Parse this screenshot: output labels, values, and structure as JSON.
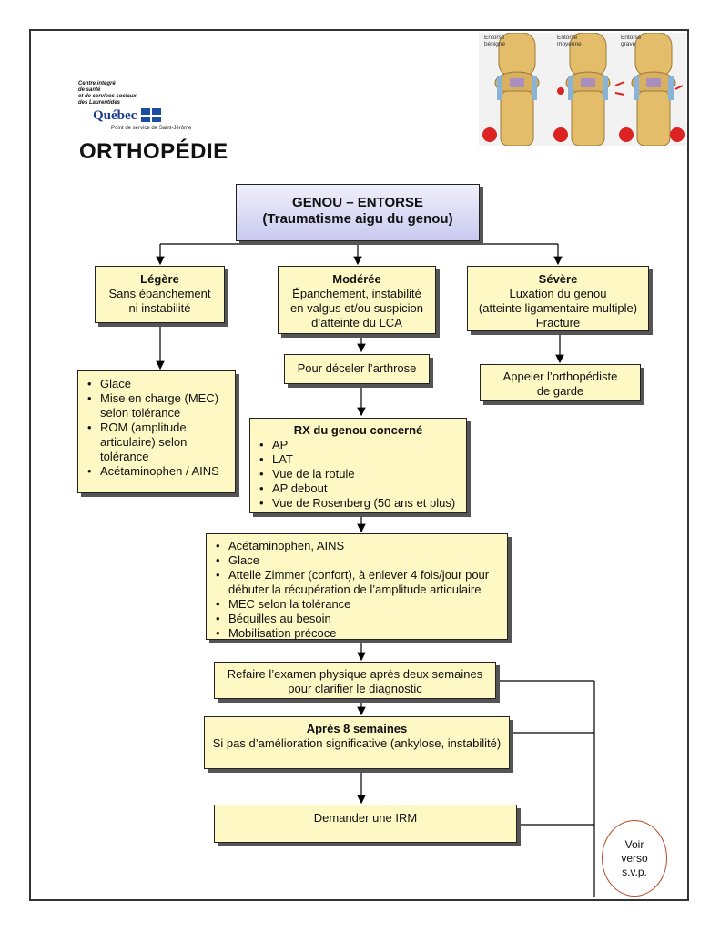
{
  "header": {
    "logo_lines": [
      "Centre intégré",
      "de santé",
      "et de services sociaux",
      "des Laurentides"
    ],
    "logo_quebec": "Québec",
    "logo_point": "Point de service de Saint-Jérôme",
    "title": "ORTHOPÉDIE"
  },
  "illustration": {
    "labels": [
      "Entorse bénigne",
      "Entorse moyenne",
      "Entorse grave"
    ]
  },
  "main": {
    "title": "GENOU – ENTORSE",
    "subtitle": "(Traumatisme aigu du genou)"
  },
  "legere": {
    "heading": "Légère",
    "lines": [
      "Sans épanchement",
      "ni instabilité"
    ],
    "actions": [
      "Glace",
      "Mise en charge (MEC) selon tolérance",
      "ROM (amplitude articulaire) selon tolérance",
      "Acétaminophen / AINS"
    ]
  },
  "moderee": {
    "heading": "Modérée",
    "lines": [
      "Épanchement, instabilité",
      "en valgus et/ou suspicion",
      "d’atteinte du LCA"
    ],
    "arthrose": "Pour déceler l’arthrose",
    "rx_heading": "RX du genou concerné",
    "rx_items": [
      "AP",
      "LAT",
      "Vue de la rotule",
      "AP debout",
      "Vue de Rosenberg (50 ans et plus)"
    ]
  },
  "severe": {
    "heading": "Sévère",
    "lines": [
      "Luxation du genou",
      "(atteinte ligamentaire multiple)",
      "Fracture"
    ],
    "action_lines": [
      "Appeler l’orthopédiste",
      "de garde"
    ]
  },
  "treatment": {
    "items": [
      "Acétaminophen, AINS",
      "Glace",
      "Attelle Zimmer (confort), à enlever 4 fois/jour pour débuter la récupération de l’amplitude articulaire",
      "MEC selon la tolérance",
      "Béquilles au besoin",
      "Mobilisation précoce"
    ]
  },
  "refaire": {
    "lines": [
      "Refaire l’examen physique après deux semaines",
      "pour clarifier le diagnostic"
    ]
  },
  "apres": {
    "heading": "Après 8 semaines",
    "line": "Si pas d’amélioration significative (ankylose, instabilité)"
  },
  "irm": {
    "label": "Demander une IRM"
  },
  "voir": {
    "lines": [
      "Voir",
      "verso",
      "s.v.p."
    ]
  },
  "colors": {
    "box_fill": "#fdf8c4",
    "title_box_top": "#f0f0fb",
    "title_box_bottom": "#c9c9f0",
    "circle_border": "#b94a2a"
  }
}
